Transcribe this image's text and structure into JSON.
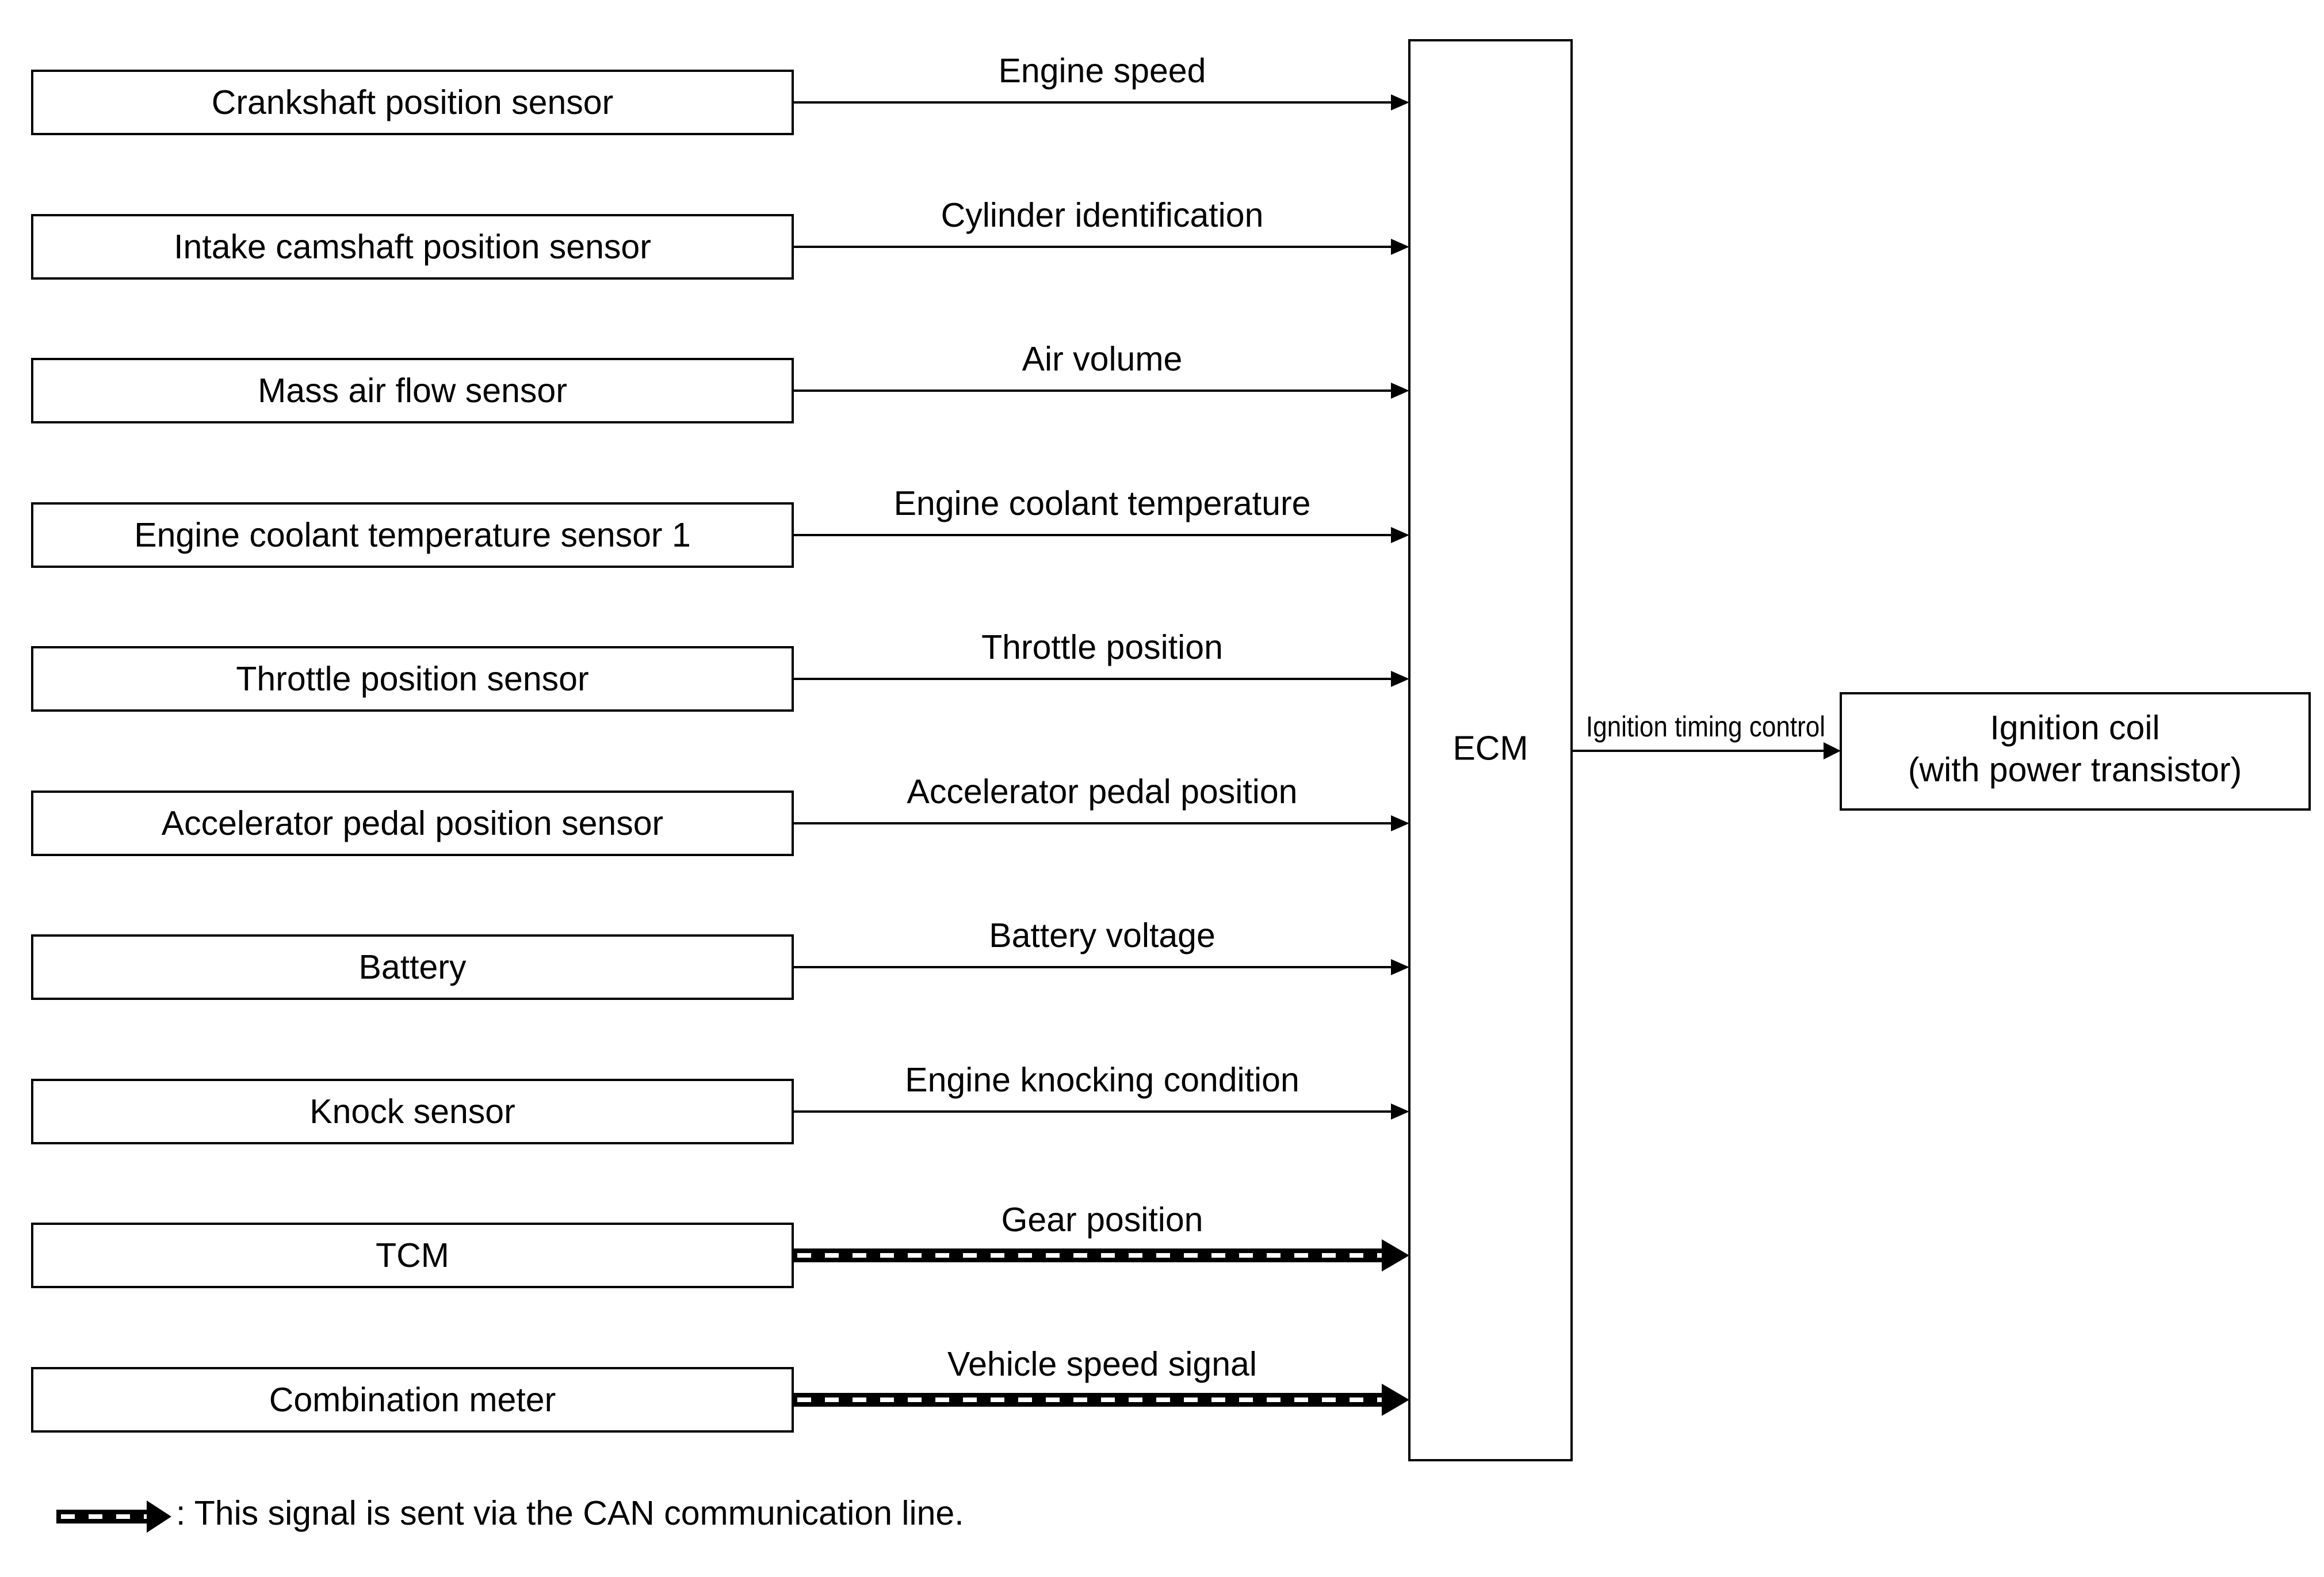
{
  "inputs": [
    {
      "label": "Crankshaft position sensor",
      "signal": "Engine speed",
      "can": false
    },
    {
      "label": "Intake camshaft position sensor",
      "signal": "Cylinder identification",
      "can": false
    },
    {
      "label": "Mass air flow sensor",
      "signal": "Air volume",
      "can": false
    },
    {
      "label": "Engine coolant temperature sensor 1",
      "signal": "Engine coolant temperature",
      "can": false
    },
    {
      "label": "Throttle position sensor",
      "signal": "Throttle position",
      "can": false
    },
    {
      "label": "Accelerator pedal position sensor",
      "signal": "Accelerator pedal position",
      "can": false
    },
    {
      "label": "Battery",
      "signal": "Battery voltage",
      "can": false
    },
    {
      "label": "Knock sensor",
      "signal": "Engine knocking condition",
      "can": false
    },
    {
      "label": "TCM",
      "signal": "Gear position",
      "can": true
    },
    {
      "label": "Combination meter",
      "signal": "Vehicle speed signal",
      "can": true
    }
  ],
  "ecm": {
    "label": "ECM"
  },
  "output": {
    "signal": "Ignition timing control",
    "line1": "Ignition coil",
    "line2": "(with power transistor)"
  },
  "legend": {
    "text": ": This signal is sent via the CAN communication line."
  }
}
